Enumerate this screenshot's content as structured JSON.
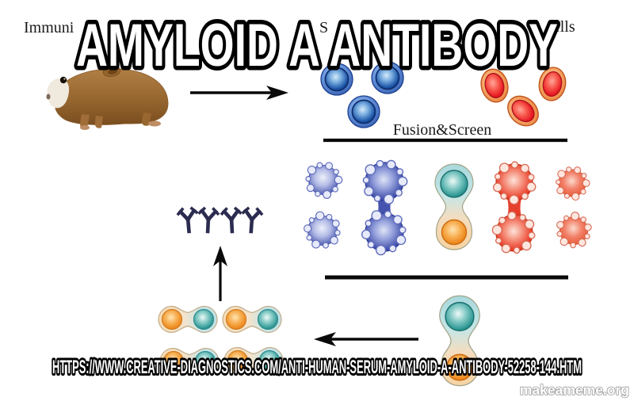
{
  "meme": {
    "title": "AMYLOID A ANTIBODY",
    "source_url_text": "HTTPS://WWW.CREATIVE-DIAGNOSTICS.COM/ANTI-HUMAN-SERUM-AMYLOID-A-ANTIBODY-52258-144.HTM",
    "watermark": "makeameme.org"
  },
  "diagram": {
    "labels": {
      "immunization_visible_fragment": "Immuni",
      "spleen_visible_fragment": "S",
      "myeloma_visible_fragment": "cells",
      "fusion_screen": "Fusion&Screen"
    },
    "content": {
      "animal": "brown hamster / guinea pig photo facing left",
      "spleen_cell_count": 3,
      "myeloma_cell_count": 3,
      "fused_cell_row": [
        "blue cell pair",
        "blue fused dumbbell",
        "teal-orange hybridoma",
        "red fused dumbbell",
        "red cell pair"
      ],
      "antibody_count": 4,
      "hybridoma_row_count": 4,
      "arrows": [
        "right-arrow",
        "up-arrow",
        "left-arrow"
      ]
    }
  },
  "colors": {
    "meme_text_fill": "#ffffff",
    "meme_text_outline": "#000000",
    "watermark_fill": "#ffffff",
    "watermark_outline": "#999999",
    "spleen_cell_blue": "#1c55a8",
    "myeloma_cell_red": "#e5131f",
    "fused_blue": "#3b4aa6",
    "fused_red": "#e93420",
    "hybridoma_teal": "#2f9894",
    "hybridoma_orange": "#ec8318",
    "antibody_color": "#2c2c50",
    "arrow_color": "#0a0a0a",
    "hamster_brown": "#96662f"
  }
}
